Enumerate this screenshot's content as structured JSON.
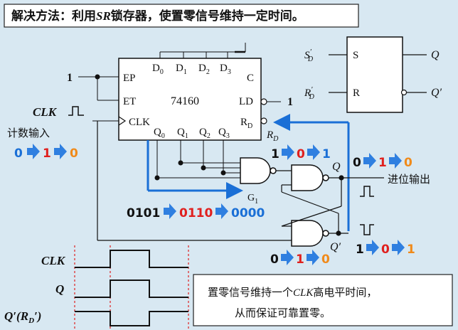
{
  "title": "解决方法：利用SR锁存器，使置零信号维持一定时间。",
  "title_parts": {
    "a": "解决方法：利用",
    "b": "SR",
    "c": "锁存器，使置零信号维持一定时间。"
  },
  "chip": {
    "name": "74160",
    "pin_ep": "EP",
    "pin_et": "ET",
    "pin_clk": "CLK",
    "pin_c": "C",
    "pin_ld": "LD",
    "pin_rd": "R",
    "d_pins": [
      "D",
      "D",
      "D",
      "D"
    ],
    "q_pins": [
      "Q",
      "Q",
      "Q",
      "Q"
    ],
    "sub": [
      "0",
      "1",
      "2",
      "3"
    ],
    "rd_sub": "D",
    "ep_value": "1",
    "ld_value": "1"
  },
  "latch": {
    "s_label": "S",
    "r_label": "R",
    "in_s": "S",
    "in_r": "R",
    "prime": "′",
    "sub": "D",
    "out_q": "Q",
    "out_qn": "Q′"
  },
  "labels": {
    "clk": "CLK",
    "count_input": "计数输入",
    "rd_out": "R",
    "rd_sub": "D",
    "g1": "G",
    "g1_sub": "1",
    "q": "Q",
    "qn": "Q′",
    "carry_out": "进位输出"
  },
  "sequences": {
    "count": [
      "0",
      "1",
      "0"
    ],
    "nand_in": [
      "1",
      "0",
      "1"
    ],
    "q_out": [
      "0",
      "1",
      "0"
    ],
    "q_state": [
      "0101",
      "0110",
      "0000"
    ],
    "qn_out": [
      "1",
      "0",
      "1"
    ],
    "latch_in": [
      "0",
      "1",
      "0"
    ]
  },
  "timing_labels": {
    "clk": "CLK",
    "q": "Q",
    "qrd": "Q′(R",
    "qrd_sub": "D",
    "qrd_end": "′)"
  },
  "note": {
    "line1a": "置零信号维持一个",
    "line1b": "CLK",
    "line1c": "高电平时间，",
    "line2": "从而保证可靠置零。"
  },
  "colors": {
    "blue": "#1a6fd6",
    "red": "#e0201e",
    "orange": "#f08a1a",
    "black": "#111111",
    "arrow": "#2f7fe0",
    "dashed": "#e02020"
  }
}
